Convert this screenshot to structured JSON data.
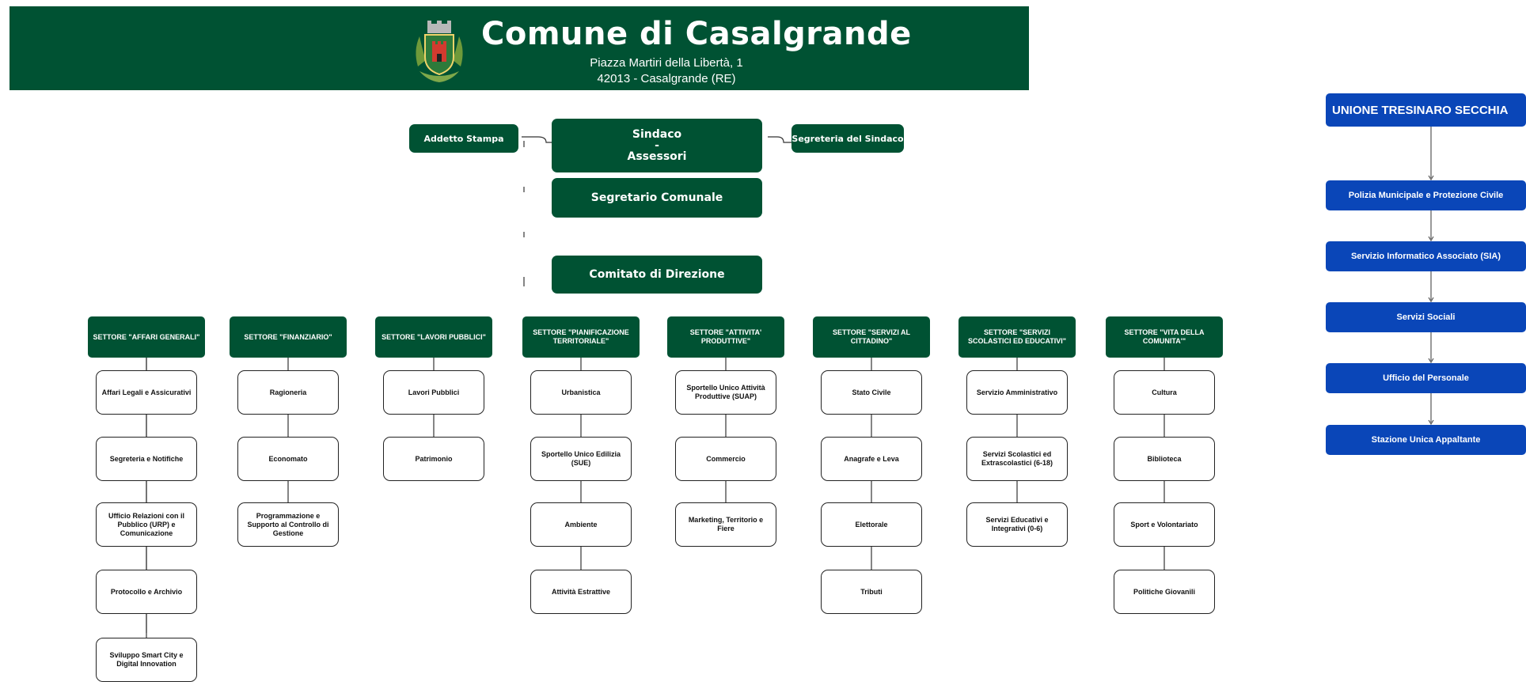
{
  "header": {
    "title": "Comune di Casalgrande",
    "address_line1": "Piazza Martiri della Libertà, 1",
    "address_line2": "42013 - Casalgrande (RE)"
  },
  "top": {
    "addetto": "Addetto Stampa",
    "sindaco_line1": "Sindaco",
    "sindaco_line2": "-",
    "sindaco_line3": "Assessori",
    "segreteria": "Segreteria del Sindaco",
    "segretario": "Segretario Comunale",
    "comitato": "Comitato di Direzione"
  },
  "sectors": [
    {
      "title": "SETTORE \"AFFARI GENERALI\"",
      "items": [
        "Affari Legali e Assicurativi",
        "Segreteria e Notifiche",
        "Ufficio Relazioni con il Pubblico (URP) e Comunicazione",
        "Protocollo e Archivio",
        "Sviluppo Smart City e Digital Innovation"
      ]
    },
    {
      "title": "SETTORE \"FINANZIARIO\"",
      "items": [
        "Ragioneria",
        "Economato",
        "Programmazione e Supporto al Controllo di Gestione"
      ]
    },
    {
      "title": "SETTORE \"LAVORI PUBBLICI\"",
      "items": [
        "Lavori Pubblici",
        "Patrimonio"
      ]
    },
    {
      "title": "SETTORE \"PIANIFICAZIONE TERRITORIALE\"",
      "items": [
        "Urbanistica",
        "Sportello Unico Edilizia (SUE)",
        "Ambiente",
        "Attività Estrattive"
      ]
    },
    {
      "title": "SETTORE \"ATTIVITA' PRODUTTIVE\"",
      "items": [
        "Sportello Unico Attività Produttive (SUAP)",
        "Commercio",
        "Marketing, Territorio e Fiere"
      ]
    },
    {
      "title": "SETTORE \"SERVIZI AL CITTADINO\"",
      "items": [
        "Stato Civile",
        "Anagrafe e Leva",
        "Elettorale",
        "Tributi"
      ]
    },
    {
      "title": "SETTORE \"SERVIZI SCOLASTICI ED EDUCATIVI\"",
      "items": [
        "Servizio Amministrativo",
        "Servizi Scolastici ed Extrascolastici (6-18)",
        "Servizi Educativi e Integrativi (0-6)"
      ]
    },
    {
      "title": "SETTORE \"VITA DELLA COMUNITA'\"",
      "items": [
        "Cultura",
        "Biblioteca",
        "Sport e Volontariato",
        "Politiche Giovanili"
      ]
    }
  ],
  "unione": {
    "title": "UNIONE TRESINARO SECCHIA",
    "items": [
      "Polizia Municipale e Protezione Civile",
      "Servizio Informatico Associato (SIA)",
      "Servizi Sociali",
      "Ufficio del Personale",
      "Stazione Unica Appaltante"
    ]
  },
  "colors": {
    "green": "#005233",
    "blue": "#0a46b8",
    "border": "#222222"
  }
}
